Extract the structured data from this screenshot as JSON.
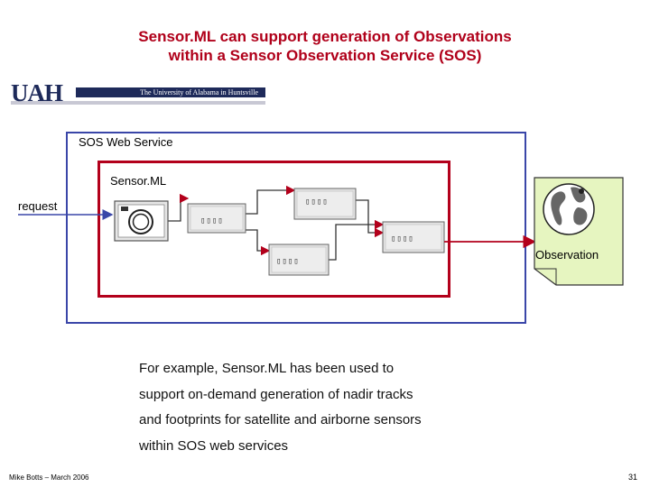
{
  "title": {
    "line1": "Sensor.ML can support generation of Observations",
    "line2": "within a Sensor Observation Service (SOS)"
  },
  "logo": {
    "mark": "UAH",
    "tagline": "The University of Alabama in Huntsville"
  },
  "diagram": {
    "sos_label": "SOS Web Service",
    "sensorml_label": "Sensor.ML",
    "request_label": "request",
    "observation_label": "Observation",
    "process_labels": [
      "▯▯▯▯",
      "▯▯▯▯",
      "▯▯▯▯",
      "▯▯▯▯"
    ],
    "colors": {
      "sos_border": "#3a46a8",
      "sensorml_border": "#b3001b",
      "title": "#b0001a",
      "observation_fill": "#e6f5c0"
    },
    "icons": [
      "camera-icon",
      "globe-icon",
      "process-block-icon"
    ]
  },
  "caption": {
    "line1": "For example, Sensor.ML has been used to",
    "line2": "support on-demand generation of nadir tracks",
    "line3": "and footprints for satellite and airborne sensors",
    "line4": "within SOS web services"
  },
  "footer": {
    "author": "Mike Botts – March 2006",
    "page": "31"
  }
}
